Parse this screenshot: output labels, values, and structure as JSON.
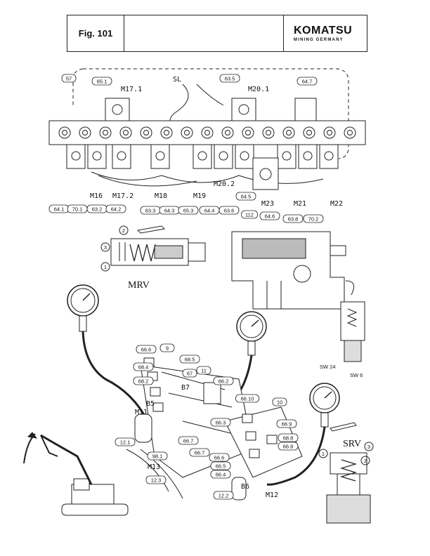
{
  "header": {
    "fig": "Fig. 101",
    "brand": "KOMATSU",
    "sub": "MINING GERMANY"
  },
  "top_labels": {
    "sl": "SL",
    "m17_1": "M17.1",
    "m20_1": "M20.1",
    "m16": "M16",
    "m17_2": "M17.2",
    "m18": "M18",
    "m19": "M19",
    "m20_2": "M20.2",
    "m23": "M23",
    "m21": "M21",
    "m22": "M22"
  },
  "top_tags": [
    "57",
    "65.1",
    "63.5",
    "64.7",
    "64.1",
    "70.1",
    "63.2",
    "64.2",
    "63.3",
    "64.3",
    "65.3",
    "64.4",
    "63.6",
    "64.5",
    "112",
    "64.6",
    "63.8",
    "70.2"
  ],
  "valves": {
    "mrv": "MRV",
    "srv": "SRV",
    "sw24": "SW 24",
    "sw6": "SW 6"
  },
  "bottom_labels": {
    "b5": "B5",
    "m11": "M11",
    "b7": "B7",
    "m13": "M13",
    "b6": "B6",
    "m12": "M12"
  },
  "bottom_tags": [
    "66.6",
    "68.5",
    "9",
    "68.4",
    "68.2",
    "67",
    "11",
    "66.2",
    "12.1",
    "98.1",
    "66.7",
    "66.3",
    "66.10",
    "10",
    "66.9",
    "68.8",
    "66.8",
    "66.7",
    "66.6",
    "66.5",
    "66.4",
    "12.3",
    "12.2"
  ],
  "circled_numbers": [
    "1",
    "2",
    "3"
  ]
}
